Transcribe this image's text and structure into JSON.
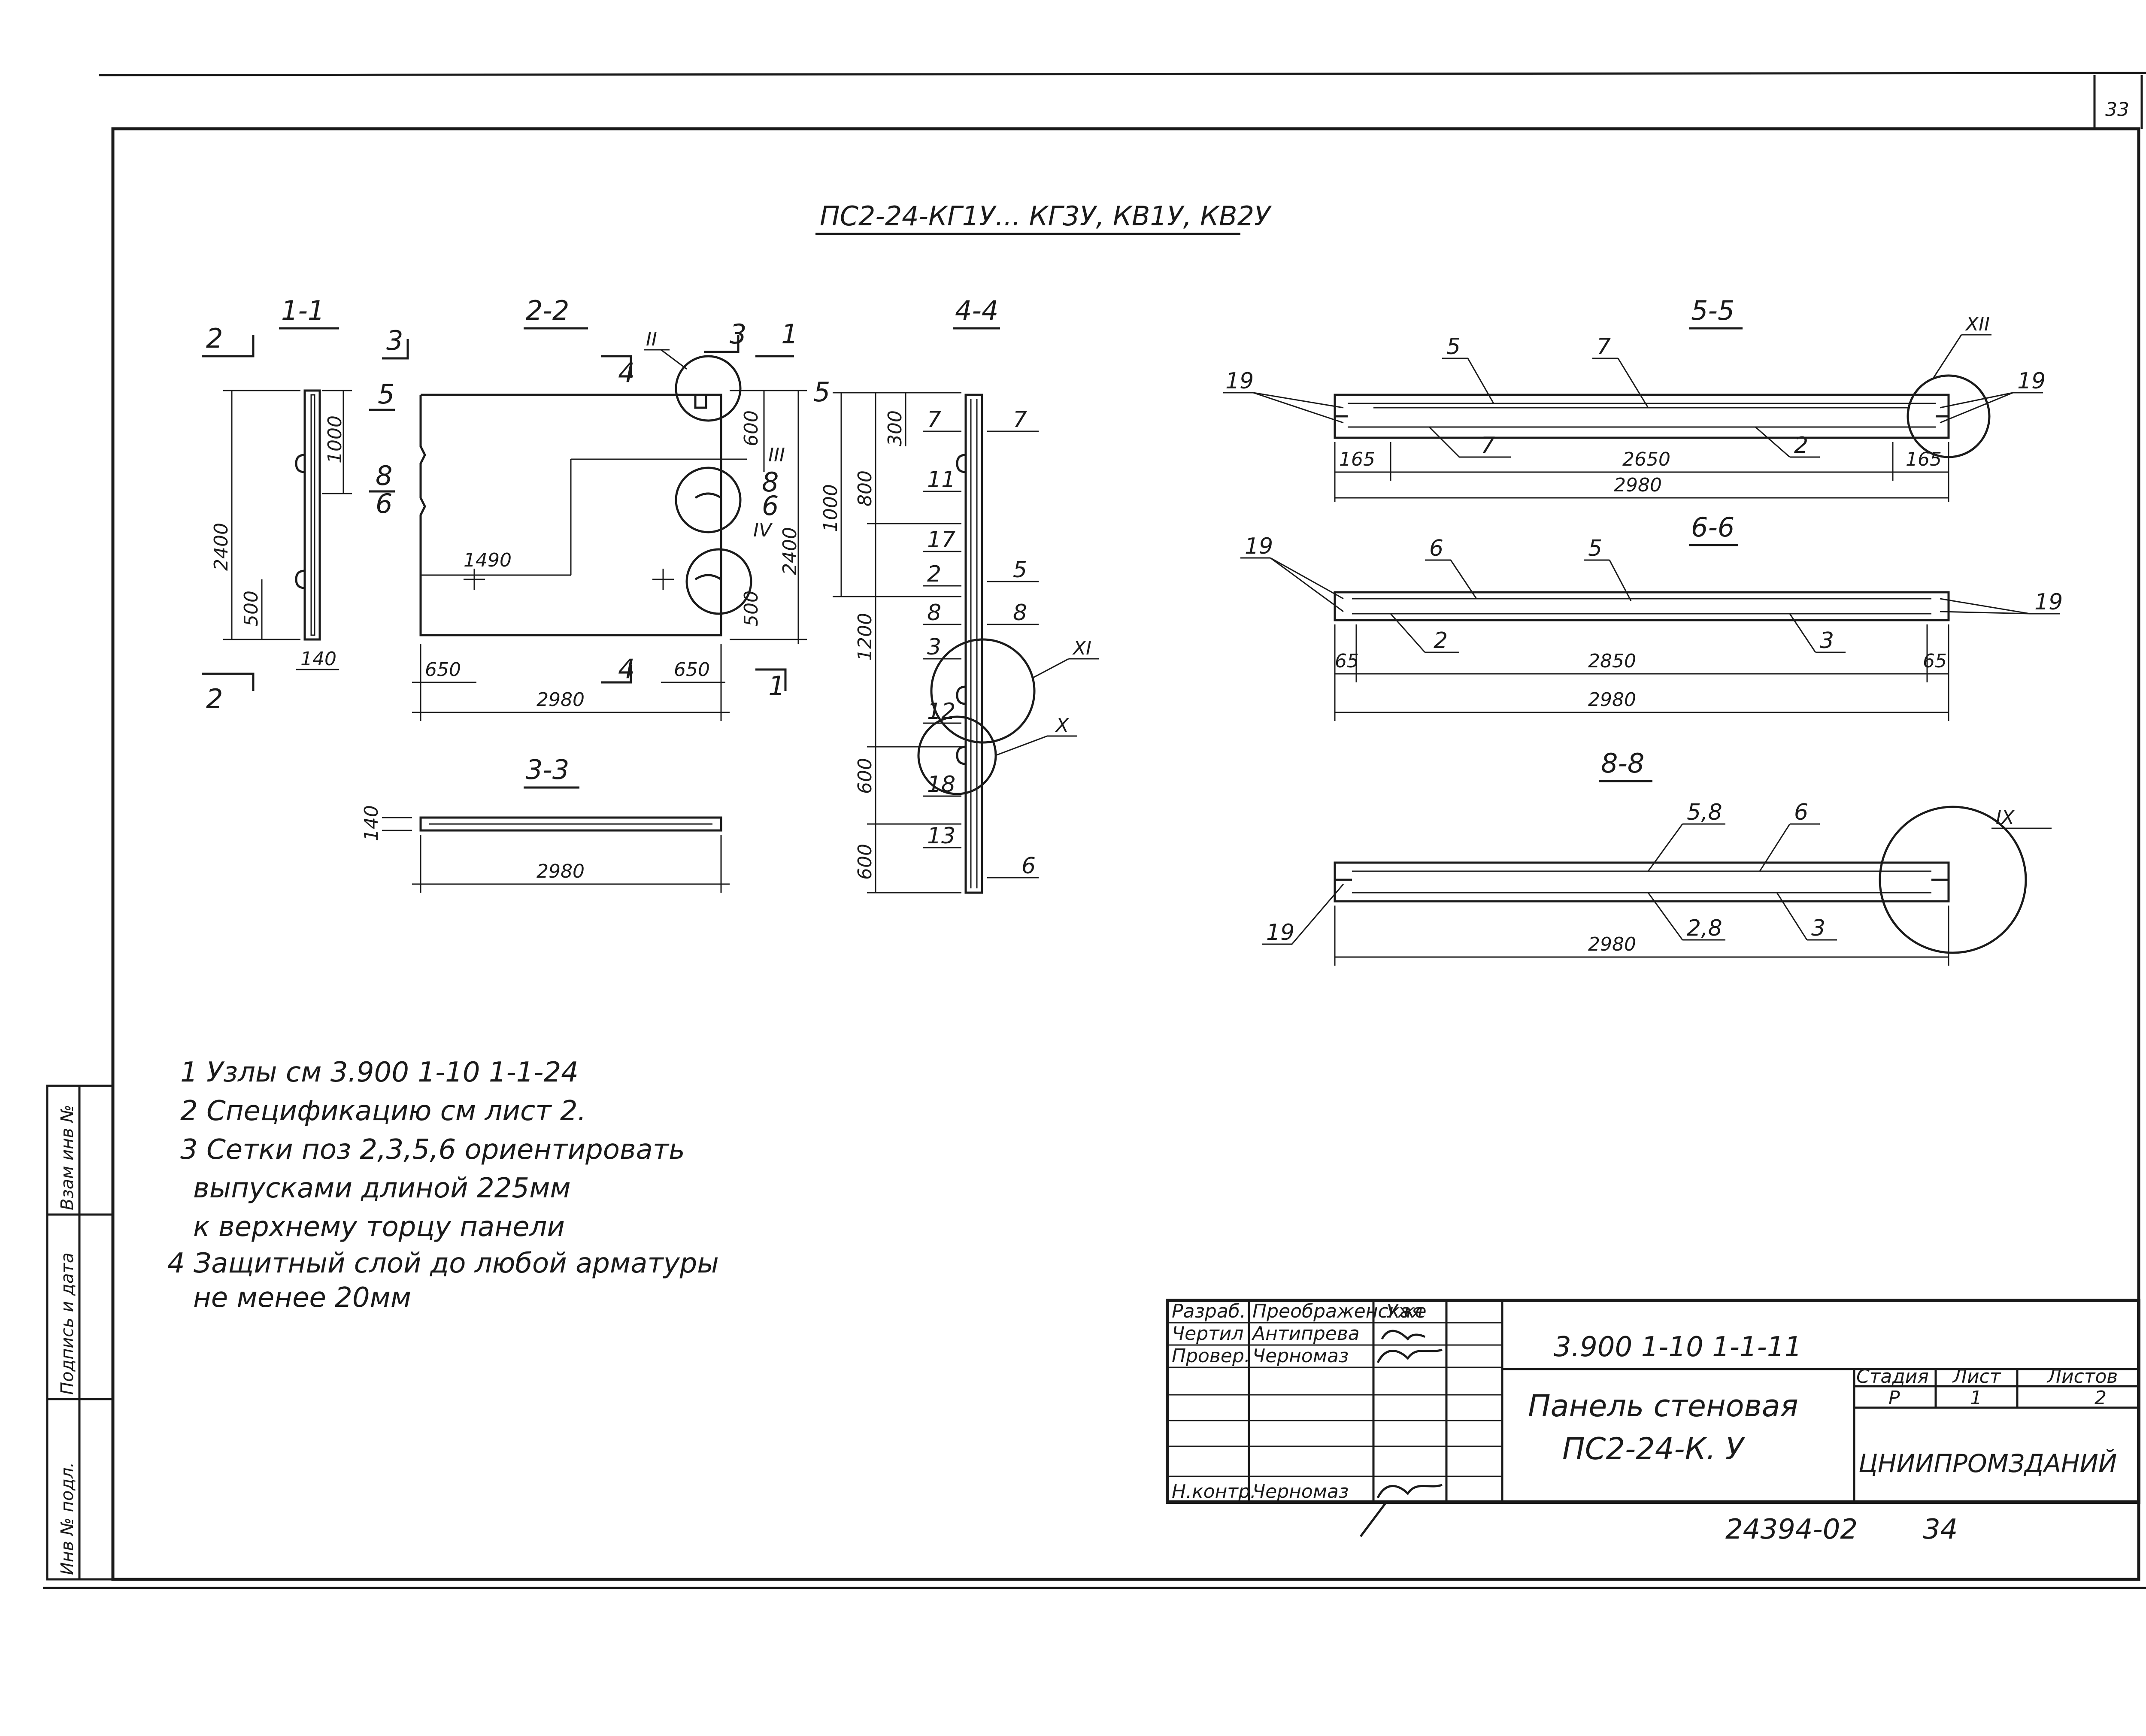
{
  "sheet_corner_number": "33",
  "drawing_title": "ПС2-24-КГ1У... КГ3У, КВ1У, КВ2У",
  "sections": {
    "s11": "1-1",
    "s22": "2-2",
    "s33": "3-3",
    "s44": "4-4",
    "s55": "5-5",
    "s66": "6-6",
    "s88": "8-8"
  },
  "cut_marks": {
    "c2": "2",
    "c3": "3",
    "c4": "4",
    "c1": "1",
    "c5": "5",
    "c6": "6",
    "c8": "8"
  },
  "node_labels": {
    "n2": "II",
    "n3": "III",
    "n4": "IV",
    "n11": "XI",
    "n10": "X",
    "n12": "XII",
    "n9": "IX"
  },
  "dims": {
    "d2400": "2400",
    "d1000": "1000",
    "d500": "500",
    "d140": "140",
    "d600": "600",
    "d1490": "1490",
    "d650a": "650",
    "d650b": "650",
    "d2980a": "2980",
    "d500b": "500",
    "d140b": "140",
    "d2980b": "2980",
    "d300": "300",
    "d800": "800",
    "d1000b": "1000",
    "d1200": "1200",
    "d600b": "600",
    "d600c": "600",
    "d165a": "165",
    "d2650": "2650",
    "d165b": "165",
    "d2980c": "2980",
    "d65a": "65",
    "d2850": "2850",
    "d65b": "65",
    "d2980d": "2980",
    "d2980e": "2980"
  },
  "positions": {
    "p7a": "7",
    "p7b": "7",
    "p11": "11",
    "p17": "17",
    "p2a": "2",
    "p8a": "8",
    "p3a": "3",
    "p12": "12",
    "p18": "18",
    "p13": "13",
    "p5a": "5",
    "p8b": "8",
    "p6a": "6",
    "p19a": "19",
    "p5b": "5",
    "p7c": "7",
    "p7d": "7",
    "p2b": "2",
    "p19b": "19",
    "p19c": "19",
    "p6b": "6",
    "p5c": "5",
    "p2c": "2",
    "p3b": "3",
    "p19d": "19",
    "p58": "5,8",
    "p6c": "6",
    "p28": "2,8",
    "p3c": "3",
    "p19e": "19"
  },
  "notes": [
    "1 Узлы см 3.900 1-10 1-1-24",
    "2 Спецификацию см лист 2.",
    "3 Сетки поз 2,3,5,6 ориентировать",
    "выпусками длиной 225мм",
    "к верхнему торцу панели",
    "4 Защитный слой до любой арматуры",
    "не менее 20мм"
  ],
  "side_stamp": [
    "Инв № подл.",
    "Подпись и дата",
    "Взам инв №"
  ],
  "title_block": {
    "roles": [
      "Разраб.",
      "Чертил",
      "Провер.",
      "Н.контр."
    ],
    "names": [
      "Преображенская",
      "Антипрева",
      "Черномаз",
      "Черномаз"
    ],
    "sign_extra": "Уже",
    "code": "3.900 1-10 1-1-11",
    "name_line1": "Панель стеновая",
    "name_line2": "ПС2-24-К. У",
    "col_stage": "Стадия",
    "col_sheet": "Лист",
    "col_sheets": "Листов",
    "stage": "Р",
    "sheet": "1",
    "sheets": "2",
    "organization": "ЦНИИПРОМЗДАНИЙ"
  },
  "bottom_number": "24394-02",
  "bottom_page": "34"
}
